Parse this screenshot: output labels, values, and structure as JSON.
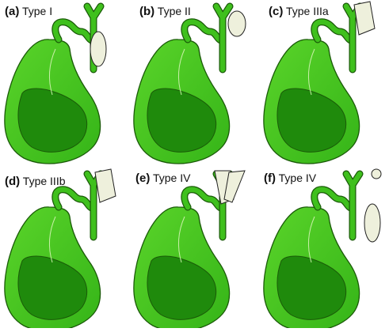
{
  "panels": [
    {
      "letter": "(a)",
      "name": "Type I",
      "lesion": "cyst-cbd"
    },
    {
      "letter": "(b)",
      "name": "Type II",
      "lesion": "diverticulum"
    },
    {
      "letter": "(c)",
      "name": "Type IIIa",
      "lesion": "choledochocele"
    },
    {
      "letter": "(d)",
      "name": "Type IIIb",
      "lesion": "choledochocele"
    },
    {
      "letter": "(e)",
      "name": "Type IV",
      "lesion": "double-choledochocele"
    },
    {
      "letter": "(f)",
      "name": "Type IV",
      "lesion": "cyst-with-intrahepatic"
    }
  ],
  "colors": {
    "gallbladder_light": "#5ad42a",
    "gallbladder_mid": "#35b418",
    "gallbladder_dark": "#1f8a0c",
    "outline": "#1a5a08",
    "duct": "#3fc01d",
    "lesion_fill": "#eef0dc",
    "lesion_stroke": "#222222"
  }
}
